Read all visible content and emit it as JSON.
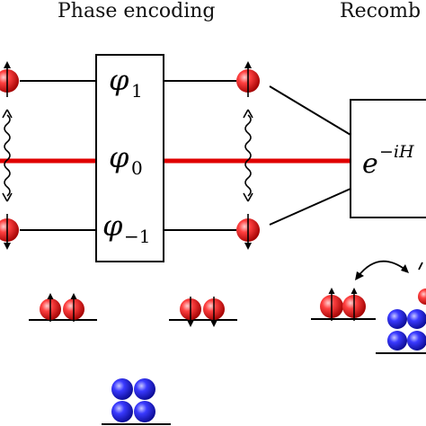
{
  "labels": {
    "phase_encoding": "Phase encoding",
    "recombination_partial": "Recomb"
  },
  "phases": [
    {
      "symbol": "φ",
      "subscript": "1"
    },
    {
      "symbol": "φ",
      "subscript": "0"
    },
    {
      "symbol": "φ",
      "subscript": "−1"
    }
  ],
  "hamiltonian": {
    "base": "e",
    "exponent": "−iH"
  },
  "colors": {
    "atom_red": "#e81818",
    "atom_blue": "#2a2ad8",
    "center_line": "#e00000",
    "lines": "#000000"
  },
  "icons": [
    "spin-up-atom",
    "spin-down-atom",
    "photon-wavy-arrow",
    "exchange-arc-arrow"
  ]
}
